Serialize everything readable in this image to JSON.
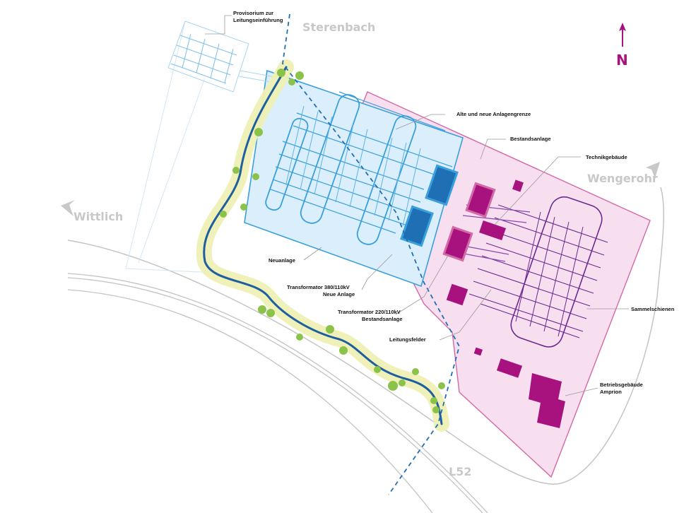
{
  "colors": {
    "road": "#bdbdbd",
    "river": "#1f5f9f",
    "river_halo": "#eef0b4",
    "tree": "#8bc34a",
    "new_plant_fill": "#dbeefb",
    "new_plant_line": "#3aa0dc",
    "existing_area_fill": "#f7dff0",
    "existing_area_line": "#d36aa6",
    "existing_equipment": "#6a2a90",
    "magenta": "#a8127f",
    "north": "#a8127f",
    "power_line": "#1f6fb5"
  },
  "places": {
    "sterenbach": "Sterenbach",
    "wengerohr": "Wengerohr",
    "wittlich": "Wittlich",
    "l52": "L52"
  },
  "north_label": "N",
  "labels": {
    "provisorium_1": "Provisorium zur",
    "provisorium_2": "Leitungseinführung",
    "grenze": "Alte und neue Anlagengrenze",
    "bestand": "Bestandsanlage",
    "technik": "Technikgebäude",
    "neuanlage": "Neuanlage",
    "trafo380_1": "Transformator 380/110kV",
    "trafo380_2": "Neue Anlage",
    "trafo220_1": "Transformator 220/110kV",
    "trafo220_2": "Bestandsanlage",
    "leitungsfelder": "Leitungsfelder",
    "sammelschienen": "Sammelschienen",
    "betrieb_1": "Betriebsgebäude",
    "betrieb_2": "Amprion"
  },
  "icons": [
    "north-arrow-icon",
    "direction-arrow-icon",
    "tree-icon",
    "transformer-icon"
  ]
}
